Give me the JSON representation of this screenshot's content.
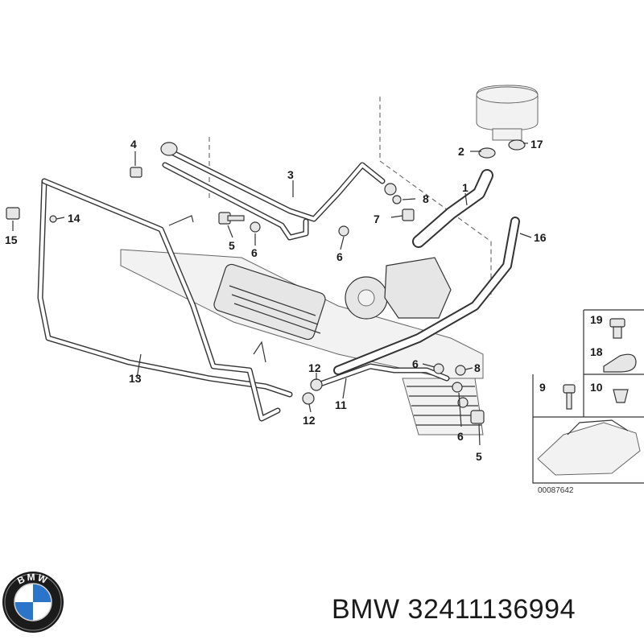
{
  "callouts": [
    {
      "id": "c1",
      "label": "1"
    },
    {
      "id": "c2",
      "label": "2"
    },
    {
      "id": "c3",
      "label": "3"
    },
    {
      "id": "c4",
      "label": "4"
    },
    {
      "id": "c5a",
      "label": "5"
    },
    {
      "id": "c5b",
      "label": "5"
    },
    {
      "id": "c6a",
      "label": "6"
    },
    {
      "id": "c6b",
      "label": "6"
    },
    {
      "id": "c6c",
      "label": "6"
    },
    {
      "id": "c6d",
      "label": "6"
    },
    {
      "id": "c7",
      "label": "7"
    },
    {
      "id": "c8a",
      "label": "8"
    },
    {
      "id": "c8b",
      "label": "8"
    },
    {
      "id": "c9",
      "label": "9"
    },
    {
      "id": "c10",
      "label": "10"
    },
    {
      "id": "c11",
      "label": "11"
    },
    {
      "id": "c12a",
      "label": "12"
    },
    {
      "id": "c12b",
      "label": "12"
    },
    {
      "id": "c13",
      "label": "13"
    },
    {
      "id": "c14",
      "label": "14"
    },
    {
      "id": "c15",
      "label": "15"
    },
    {
      "id": "c16",
      "label": "16"
    },
    {
      "id": "c17",
      "label": "17"
    },
    {
      "id": "c18",
      "label": "18"
    },
    {
      "id": "c19",
      "label": "19"
    }
  ],
  "diagram_number": "00087642",
  "brand": "BMW",
  "part_number": "32411136994",
  "logo": {
    "icon": "bmw-roundel-logo",
    "text": "BMW",
    "colors": {
      "ring": "#1b1b1b",
      "blue": "#2a74c9",
      "white": "#ffffff"
    }
  }
}
